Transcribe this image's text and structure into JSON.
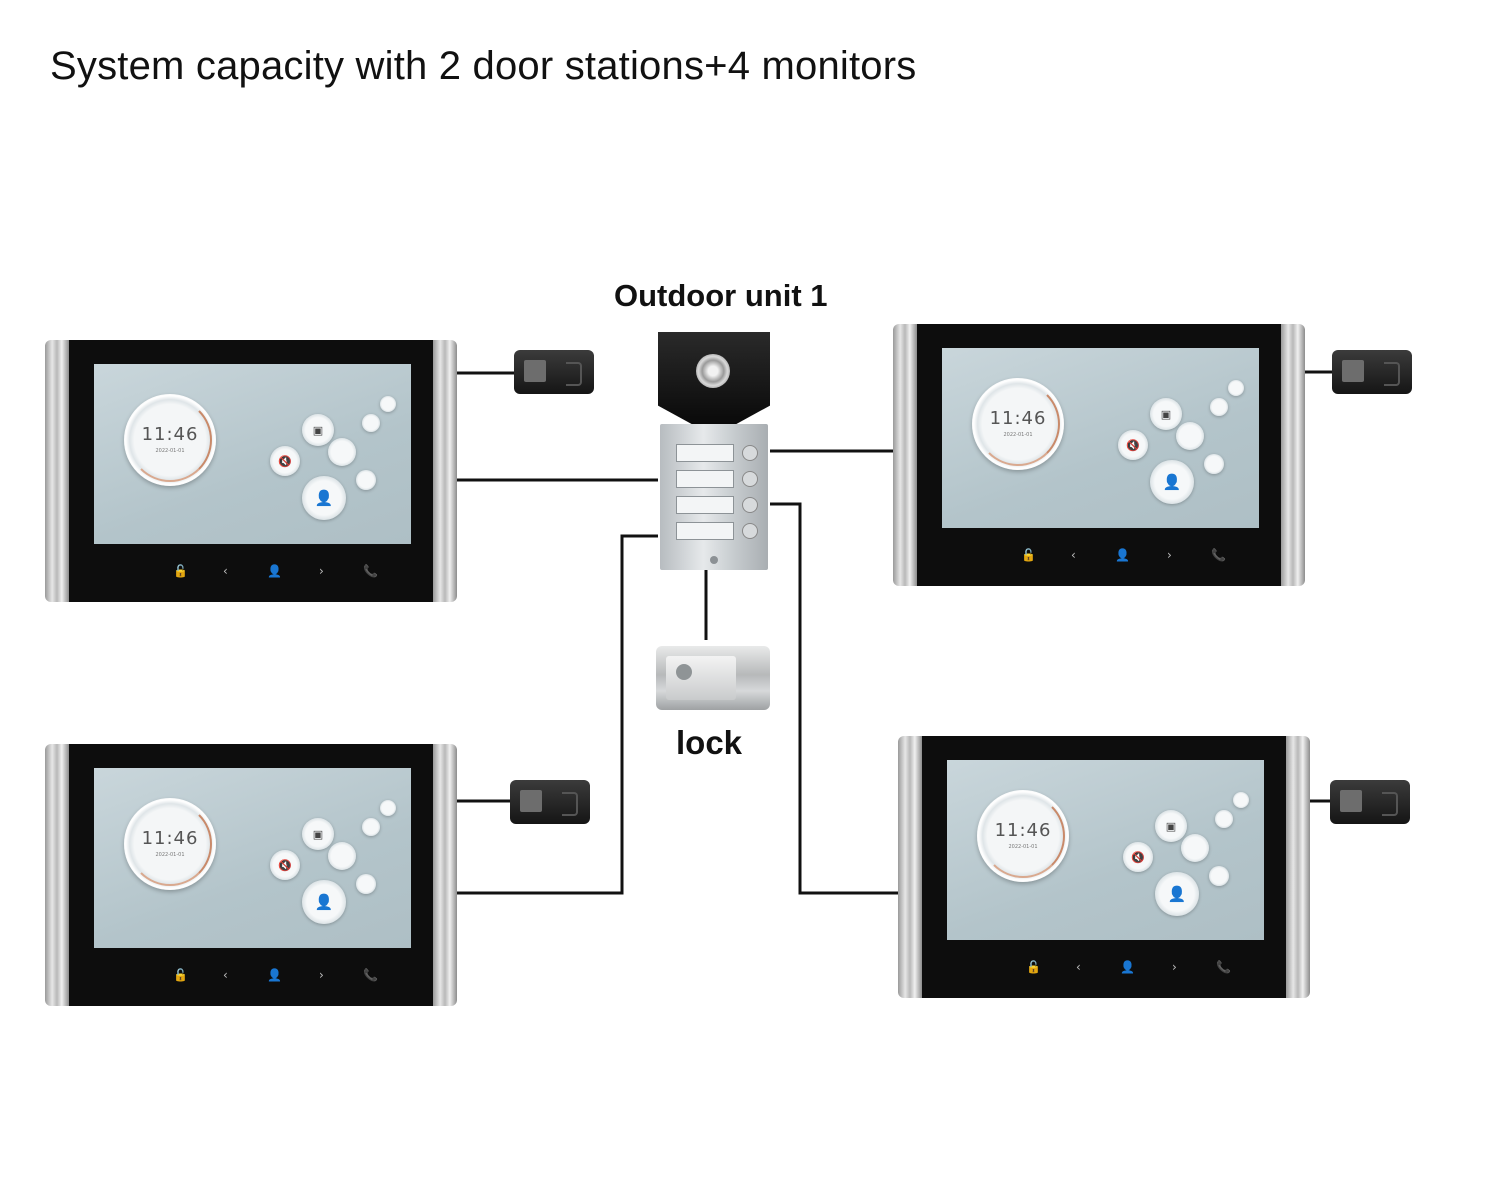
{
  "title": "System capacity with 2 door stations+4 monitors",
  "outdoor_unit_label": "Outdoor unit 1",
  "lock_label": "lock",
  "monitor_screen": {
    "time": "11:46",
    "date": "2022-01-01"
  },
  "monitor_softkeys": [
    "🔓",
    "‹",
    "👤",
    "›",
    "📞"
  ],
  "monitor_count": 4
}
